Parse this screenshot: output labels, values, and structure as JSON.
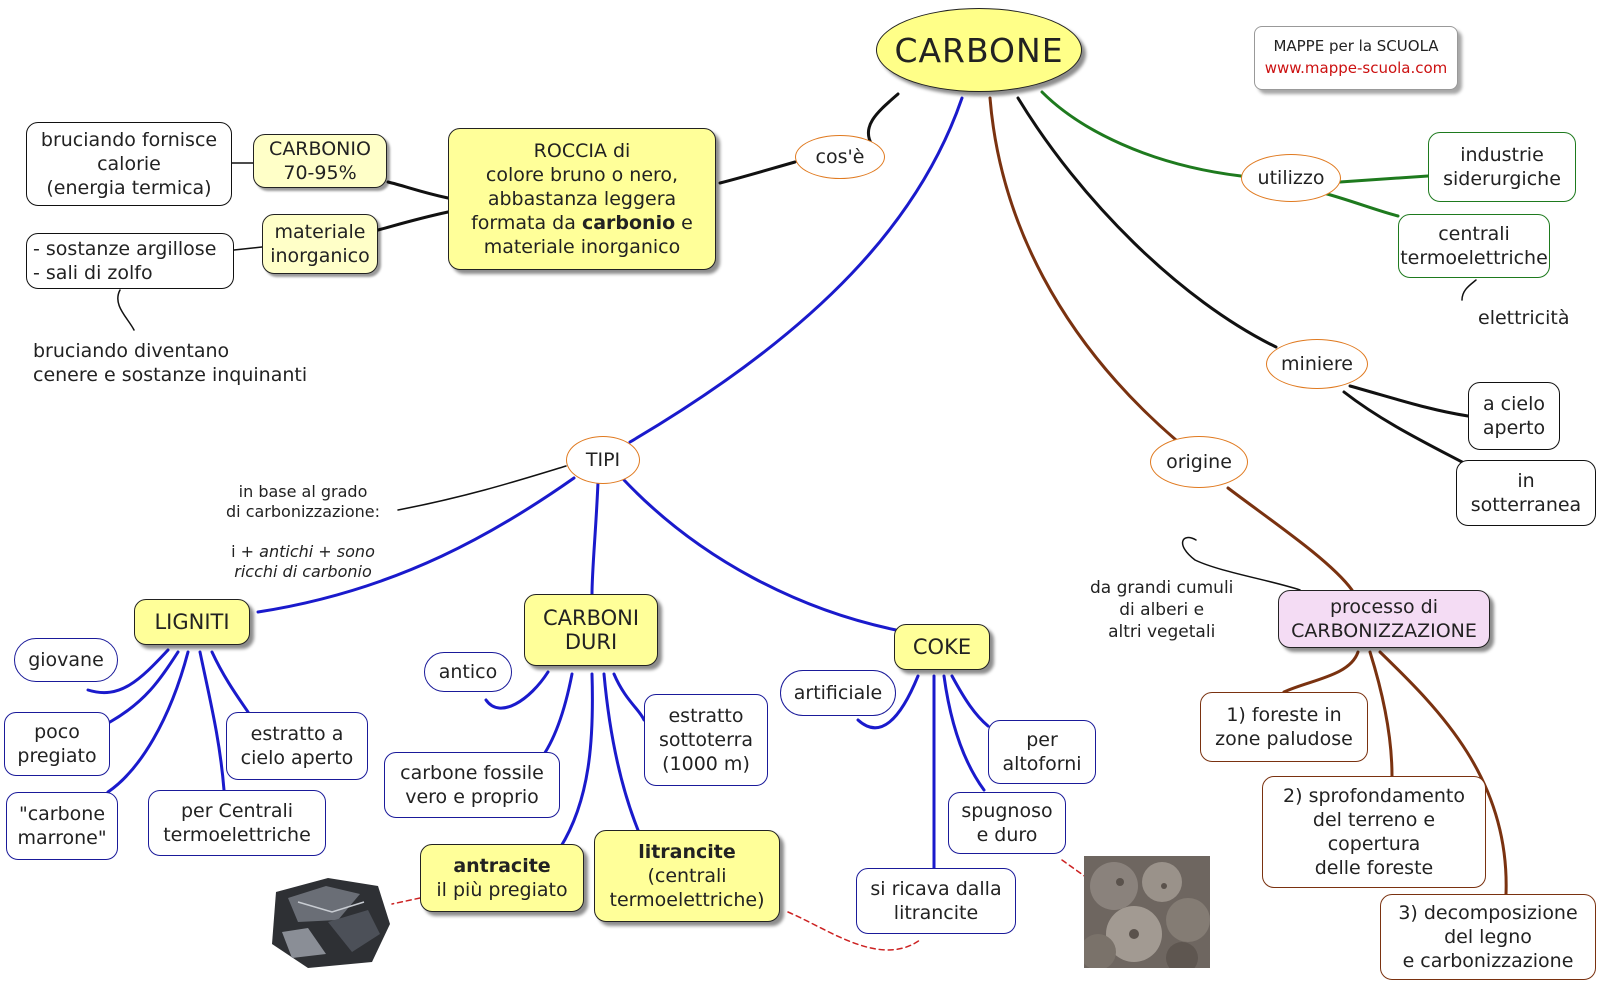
{
  "title": "CARBONE",
  "brand": {
    "line1": "MAPPE per la SCUOLA",
    "url": "www.mappe-scuola.com"
  },
  "links": {
    "cose": "cos'è",
    "utilizzo": "utilizzo",
    "miniere": "miniere",
    "origine": "origine",
    "tipi": "TIPI"
  },
  "definition": {
    "before": "ROCCIA di\ncolore bruno o nero,\nabbastanza leggera\nformata da ",
    "bold": "carbonio",
    "after": " e\nmateriale inorganico"
  },
  "carbonio": "CARBONIO\n70-95%",
  "carbonio_note": "bruciando fornisce\ncalorie\n(energia termica)",
  "materiale": "materiale\ninorganico",
  "materiale_list": "- sostanze argillose\n- sali di zolfo",
  "ash_note": "bruciando diventano\ncenere e sostanze inquinanti",
  "utilizzo_items": [
    "industrie\nsiderurgiche",
    "centrali\ntermoelettriche"
  ],
  "elettricita": "elettricità",
  "miniere_items": [
    "a cielo\naperto",
    "in\nsotterranea"
  ],
  "tipi_note": {
    "line1": "in base al grado\ndi carbonizzazione:",
    "i": "i + ",
    "antichi": "antichi",
    "plus": " + ",
    "sono": "sono\nricchi di carbonio"
  },
  "ligniti": {
    "label": "LIGNITI",
    "giovane": "giovane",
    "poco": "poco\npregiato",
    "marrone": "\"carbone\nmarrone\"",
    "centrali": "per Centrali\ntermoelettriche",
    "estratto": "estratto a\ncielo aperto"
  },
  "duri": {
    "label": "CARBONI\nDURI",
    "antico": "antico",
    "fossile": "carbone fossile\nvero e proprio",
    "sottoterra": "estratto\nsottoterra\n(1000 m)",
    "antracite_bold": "antracite",
    "antracite_rest": "il più pregiato",
    "litrancite_bold": "litrancite",
    "litrancite_rest": "(centrali\ntermoelettriche)"
  },
  "coke": {
    "label": "COKE",
    "artificiale": "artificiale",
    "altoforni": "per\naltoforni",
    "spugnoso": "spugnoso\ne duro",
    "ricava": "si ricava dalla\nlitrancite"
  },
  "origine_note": "da grandi cumuli\ndi alberi e\naltri vegetali",
  "processo": "processo di\nCARBONIZZAZIONE",
  "steps": [
    "1) foreste in\nzone paludose",
    "2) sprofondamento\ndel terreno e\ncopertura\ndelle foreste",
    "3) decomposizione\ndel legno\ne carbonizzazione"
  ],
  "colors": {
    "blue": "#1a1acc",
    "green": "#1e7a1e",
    "brown": "#7a3210",
    "black": "#111111",
    "red_dash": "#cc2222",
    "yellow": "#ffff99",
    "pink": "#f4dcf4",
    "ellipse_border": "#e07a20"
  },
  "images": [
    "anthracite-photo",
    "coke-photo"
  ]
}
